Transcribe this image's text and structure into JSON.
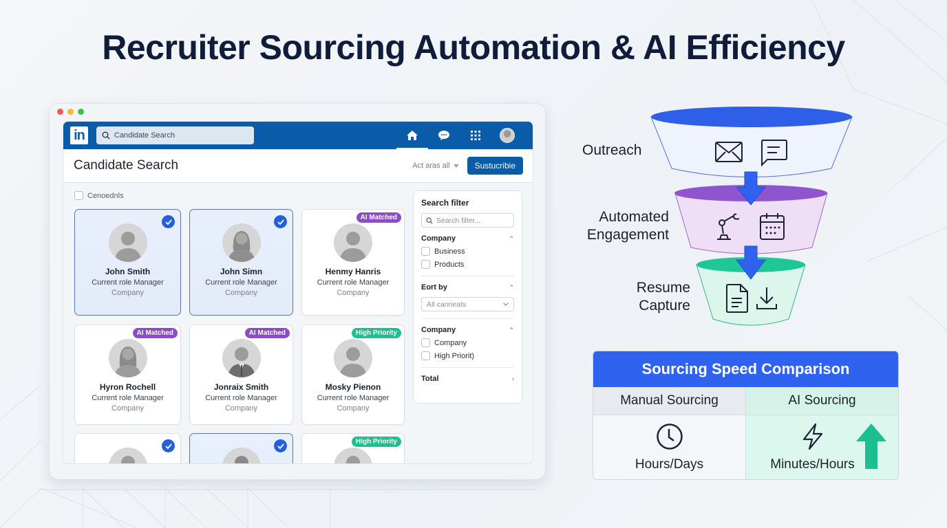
{
  "title": "Recruiter Sourcing Automation & AI Efficiency",
  "colors": {
    "brand_blue": "#0a5ba8",
    "check_blue": "#2461d8",
    "ai_matched_purple": "#8a4ccc",
    "high_priority_green": "#1cbf8e",
    "funnel_outreach": "#2f5fe8",
    "funnel_engagement": "#8f55cf",
    "funnel_resume": "#1ec795",
    "comparison_header": "#2f62ee"
  },
  "window": {
    "traffic_lights": [
      "#ee5b52",
      "#f5b73a",
      "#3fbf4a"
    ]
  },
  "navbar": {
    "logo": "in",
    "search_placeholder": "Candidate Search",
    "icons": [
      "home-icon",
      "messaging-icon",
      "apps-grid-icon",
      "profile-avatar"
    ]
  },
  "header": {
    "page_title": "Candidate Search",
    "act_as_label": "Act aras all",
    "subscribe_label": "Sustucribie"
  },
  "select_all_label": "Cenoednls",
  "candidates": [
    {
      "name": "John Smith",
      "role": "Current role Manager",
      "company": "Company",
      "selected": true,
      "badge": ""
    },
    {
      "name": "John Simn",
      "role": "Current role Manager",
      "company": "Company",
      "selected": true,
      "badge": ""
    },
    {
      "name": "Henmy Hanris",
      "role": "Current role Manager",
      "company": "Company",
      "selected": false,
      "badge": "AI Matched"
    },
    {
      "name": "Hyron Rochell",
      "role": "Current role Manager",
      "company": "Company",
      "selected": false,
      "badge": "AI Matched"
    },
    {
      "name": "Jonraix Smith",
      "role": "Current role Manager",
      "company": "Company",
      "selected": false,
      "badge": "AI Matched"
    },
    {
      "name": "Mosky Pienon",
      "role": "Current role Manager",
      "company": "Company",
      "selected": false,
      "badge": "High Priority"
    },
    {
      "name": "",
      "role": "",
      "company": "",
      "selected": true,
      "badge": ""
    },
    {
      "name": "",
      "role": "",
      "company": "",
      "selected": true,
      "badge": ""
    },
    {
      "name": "",
      "role": "",
      "company": "",
      "selected": false,
      "badge": "High Priority"
    }
  ],
  "filter": {
    "title": "Search filter",
    "search_placeholder": "Search filter...",
    "sections": [
      {
        "label": "Company",
        "options": [
          "Business",
          "Products"
        ]
      },
      {
        "label": "Eort by",
        "select_value": "All canrieats"
      },
      {
        "label": "Company",
        "options": [
          "Company",
          "High Priorit)"
        ]
      },
      {
        "label": "Total"
      }
    ]
  },
  "funnel": {
    "stages": [
      {
        "label_line1": "Outreach",
        "label_line2": "",
        "icons": [
          "envelope-icon",
          "chat-bubble-icon"
        ]
      },
      {
        "label_line1": "Automated",
        "label_line2": "Engagement",
        "icons": [
          "robot-arm-icon",
          "calendar-icon"
        ]
      },
      {
        "label_line1": "Resume",
        "label_line2": "Capture",
        "icons": [
          "document-icon",
          "download-icon"
        ]
      }
    ]
  },
  "comparison": {
    "title": "Sourcing Speed Comparison",
    "manual": {
      "label": "Manual Sourcing",
      "value": "Hours/Days",
      "icon": "clock-icon"
    },
    "ai": {
      "label": "AI Sourcing",
      "value": "Minutes/Hours",
      "icon": "lightning-icon"
    }
  }
}
